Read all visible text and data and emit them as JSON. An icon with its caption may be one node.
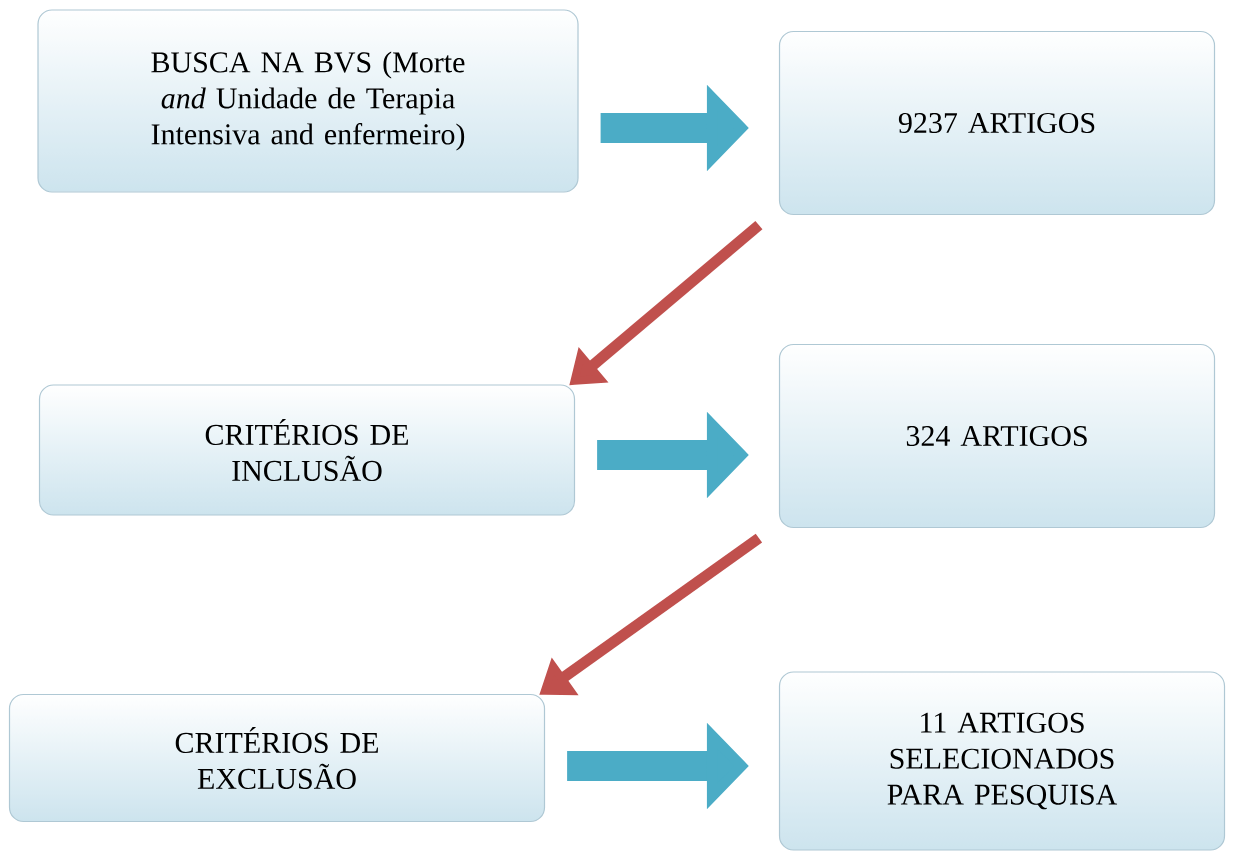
{
  "diagram": {
    "nodes": [
      {
        "text": [
          "BUSCA NA BVS (Morte *and* Unidade de Terapia Intensiva and enfermeiro)"
        ]
      },
      {
        "text": [
          "9237 ARTIGOS"
        ]
      },
      {
        "text": [
          "CRITÉRIOS DE INCLUSÃO"
        ]
      },
      {
        "text": [
          "324 ARTIGOS"
        ]
      },
      {
        "text": [
          "CRITÉRIOS DE EXCLUSÃO"
        ]
      },
      {
        "text": [
          "11 ARTIGOS SELECIONADOS PARA PESQUISA"
        ]
      }
    ],
    "edges": [
      {
        "from": 0,
        "to": 1,
        "arrow": "to"
      },
      {
        "from": 1,
        "to": 2,
        "arrow": "to",
        "color": "#c0504d"
      },
      {
        "from": 2,
        "to": 3,
        "arrow": "to"
      },
      {
        "from": 3,
        "to": 4,
        "arrow": "to",
        "color": "#c0504d"
      },
      {
        "from": 4,
        "to": 5,
        "arrow": "to"
      }
    ]
  }
}
